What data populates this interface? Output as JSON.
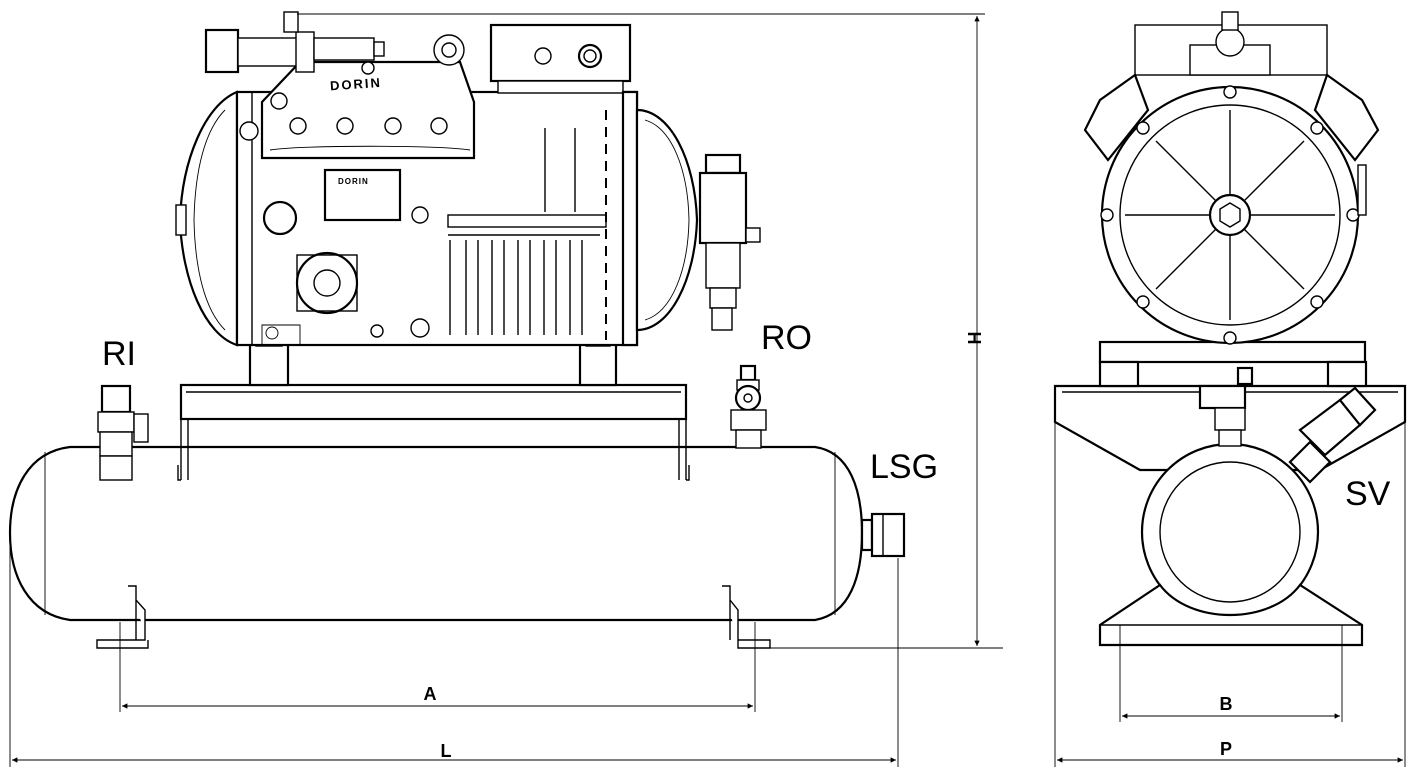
{
  "callouts": {
    "ri": "RI",
    "ro": "RO",
    "lsg": "LSG",
    "sv": "SV"
  },
  "dimensions": {
    "a": "A",
    "l": "L",
    "h": "H",
    "b": "B",
    "p": "P"
  },
  "branding": {
    "head_logo": "DORIN",
    "plate_logo": "DORIN"
  }
}
